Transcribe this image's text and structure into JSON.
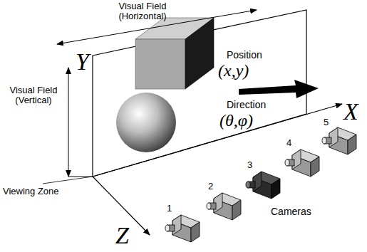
{
  "diagram": {
    "labels": [
      "Visual Field (Horizontal)",
      "Y",
      "Position",
      "(x,y)",
      "Direction",
      "(θ,φ)",
      "X",
      "Visual Field (Vertical)",
      "Viewing Zone",
      "Z",
      "Cameras",
      "1",
      "2",
      "3",
      "4",
      "5"
    ]
  }
}
